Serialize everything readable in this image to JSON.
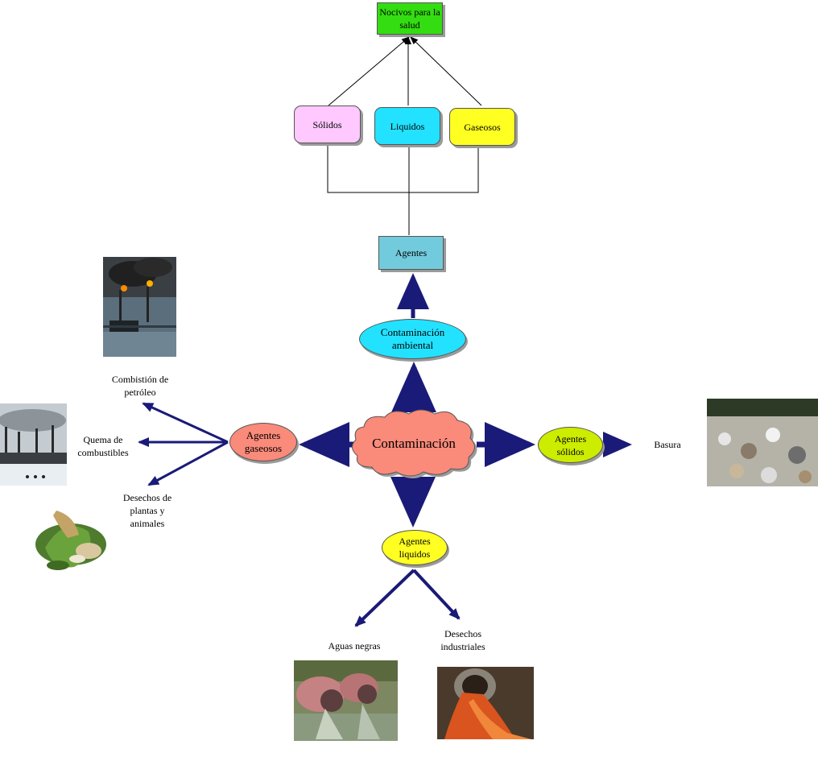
{
  "diagram": {
    "nocivos": "Nocivos para la salud",
    "solidos": "Sólidos",
    "liquidos": "Liquidos",
    "gaseosos": "Gaseosos",
    "agentes": "Agentes",
    "contaminacion_ambiental": "Contaminación ambiental",
    "contaminacion": "Contaminación",
    "agentes_gaseosos": "Agentes gaseosos",
    "agentes_solidos": "Agentes sólidos",
    "agentes_liquidos": "Agentes liquidos",
    "combustion_petroleo": "Combistión de petróleo",
    "quema_combustibles": "Quema de combustibles",
    "desechos_plantas": "Desechos de plantas y animales",
    "basura": "Basura",
    "aguas_negras": "Aguas negras",
    "desechos_industriales": "Desechos industriales"
  },
  "colors": {
    "green": "#33dd11",
    "pink": "#ffc8ff",
    "cyan": "#22e2ff",
    "yellow": "#ffff22",
    "teal": "#72cbdd",
    "salmon": "#fa8a7a",
    "lime": "#ccec00",
    "arrow": "#1a1a78"
  }
}
